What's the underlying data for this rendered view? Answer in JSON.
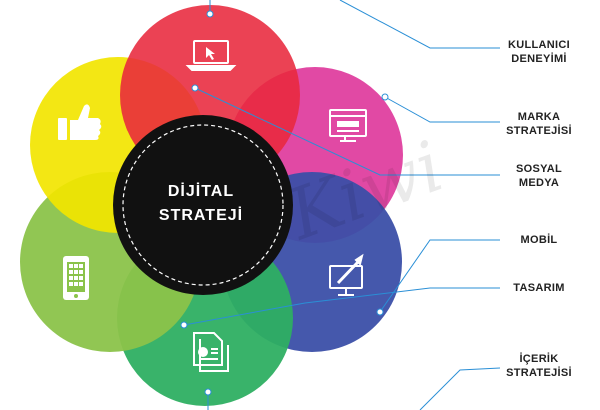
{
  "center": {
    "line1": "DİJİTAL",
    "line2": "STRATEJİ"
  },
  "watermark": "Kiwi",
  "petals": [
    {
      "name": "kullanici-deneyimi",
      "color": "#e8283c",
      "icon": "laptop-cursor-icon"
    },
    {
      "name": "marka-stratejisi",
      "color": "#df3f9f",
      "icon": "browser-window-icon"
    },
    {
      "name": "mobil",
      "color": "#3b4fa8",
      "icon": "monitor-pen-icon"
    },
    {
      "name": "icerik-stratejisi",
      "color": "#2eaf62",
      "icon": "document-chart-icon"
    },
    {
      "name": "tasarim-green",
      "color": "#8bc34a",
      "icon": "mobile-phone-icon"
    },
    {
      "name": "like",
      "color": "#f2e500",
      "icon": "thumbs-up-icon"
    }
  ],
  "labels": [
    {
      "line1": "KULLANICI",
      "line2": "DENEYİMİ"
    },
    {
      "line1": "MARKA",
      "line2": "STRATEJİSİ"
    },
    {
      "line1": "SOSYAL",
      "line2": "MEDYA"
    },
    {
      "line1": "MOBİL",
      "line2": ""
    },
    {
      "line1": "TASARIM",
      "line2": ""
    },
    {
      "line1": "İÇERİK",
      "line2": "STRATEJİSİ"
    }
  ]
}
